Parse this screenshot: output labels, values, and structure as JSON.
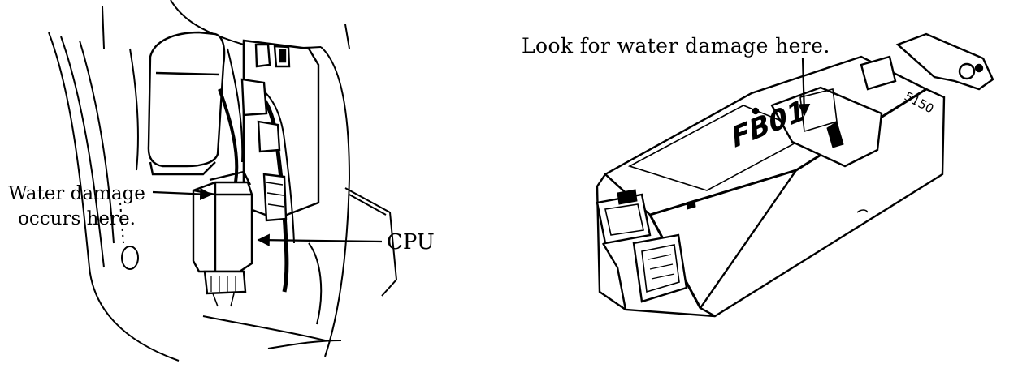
{
  "callouts": {
    "water_damage_line1": "Water damage",
    "water_damage_line2": "occurs here.",
    "cpu": "CPU",
    "look_for_water": "Look for water damage here."
  },
  "part_markings": {
    "module_code": "FB01",
    "module_number": "5150"
  },
  "colors": {
    "ink": "#000000",
    "paper": "#ffffff"
  }
}
